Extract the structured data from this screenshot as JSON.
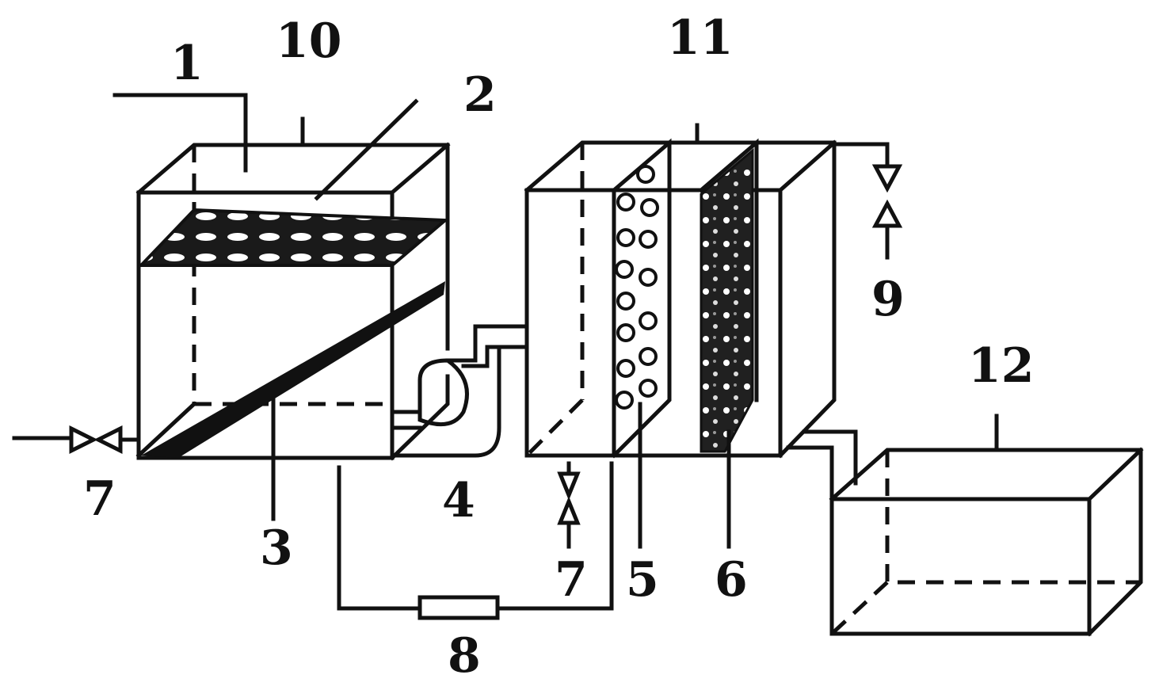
{
  "diagram": {
    "labels": {
      "l1": "1",
      "l2": "2",
      "l3": "3",
      "l4": "4",
      "l5": "5",
      "l6": "6",
      "l7a": "7",
      "l7b": "7",
      "l8": "8",
      "l9": "9",
      "l10": "10",
      "l11": "11",
      "l12": "12"
    },
    "colors": {
      "ink": "#111111",
      "background": "#ffffff"
    }
  }
}
